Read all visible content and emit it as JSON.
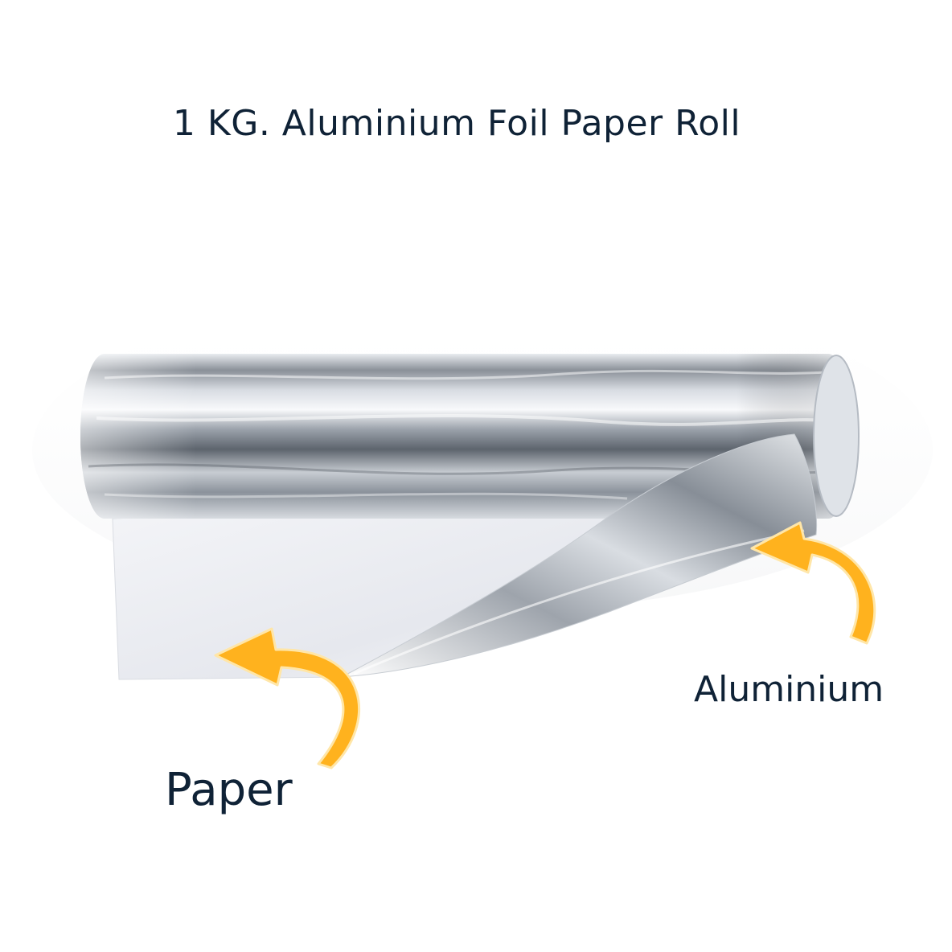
{
  "title": "1 KG. Aluminium Foil Paper Roll",
  "labels": {
    "aluminium": "Aluminium",
    "paper": "Paper"
  },
  "colors": {
    "text": "#0f2236",
    "arrow": "#ffb21e",
    "arrow_outline": "#ffe8b0"
  },
  "icons": [
    "curved-arrow-icon",
    "curved-arrow-icon"
  ]
}
